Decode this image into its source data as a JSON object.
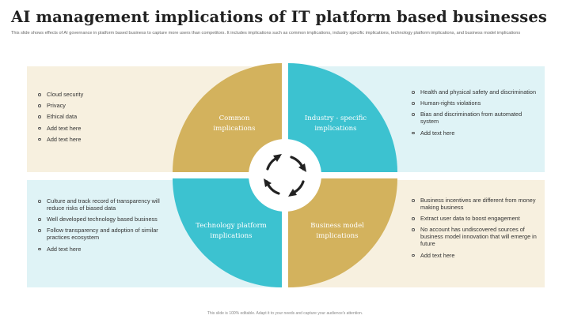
{
  "title": "AI management implications of IT platform based businesses",
  "subtitle": "This slide shows effects of AI governance in platform based business to capture more users than competitors. It includes implications such as common implications, industry specific implications, technology platform implications, and business model implications",
  "quadrants": {
    "top_left": {
      "label_line1": "Common",
      "label_line2": "implications",
      "items": [
        "Cloud security",
        "Privacy",
        "Ethical data",
        "Add text here",
        "Add text here"
      ]
    },
    "top_right": {
      "label_line1": "Industry - specific",
      "label_line2": "implications",
      "items": [
        "Health and physical safety and discrimination",
        "Human-rights violations",
        "Bias and discrimination from automated system",
        "Add text here"
      ]
    },
    "bottom_left": {
      "label_line1": "Technology platform",
      "label_line2": "implications",
      "items": [
        "Culture and track record of transparency will reduce risks of biased data",
        "Well developed technology based business",
        "Follow transparency and adoption of similar practices ecosystem",
        "Add text here"
      ]
    },
    "bottom_right": {
      "label_line1": "Business model",
      "label_line2": "implications",
      "items": [
        "Business incentives are different from money making business",
        "Extract user data to boost engagement",
        "No account has undiscovered sources of business model innovation that will emerge in future",
        "Add text here"
      ]
    }
  },
  "center_icon": "refresh-cycle-icon",
  "footer": "This slide is 100% editable. Adapt it to your needs and capture your audience's attention.",
  "colors": {
    "gold": "#d3b25d",
    "teal": "#3cc2d0",
    "cream_panel": "#f7f0df",
    "blue_panel": "#dff3f6"
  }
}
